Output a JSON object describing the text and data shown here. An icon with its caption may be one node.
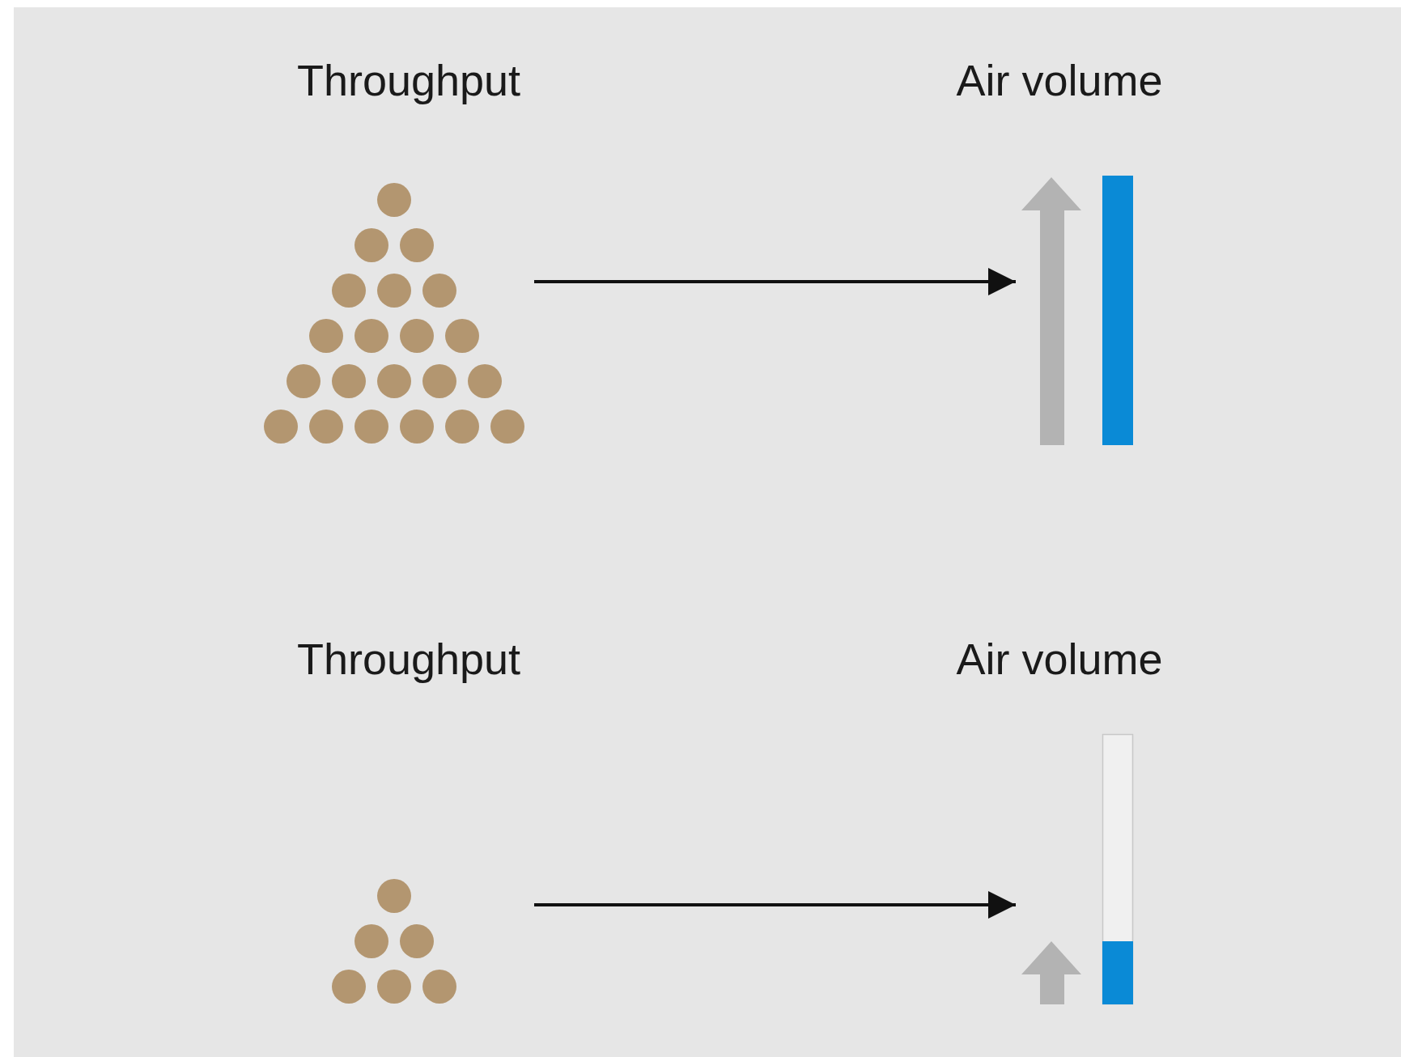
{
  "diagram": {
    "nodes": [
      {
        "text": [
          "Throughput"
        ]
      },
      {
        "text": [
          "Air volume"
        ]
      },
      {
        "text": [
          "Throughput"
        ]
      },
      {
        "text": [
          "Air volume"
        ]
      }
    ],
    "edges": [
      {
        "from": 0,
        "to": 1,
        "arrow": "to"
      },
      {
        "from": 2,
        "to": 3,
        "arrow": "to"
      }
    ]
  }
}
